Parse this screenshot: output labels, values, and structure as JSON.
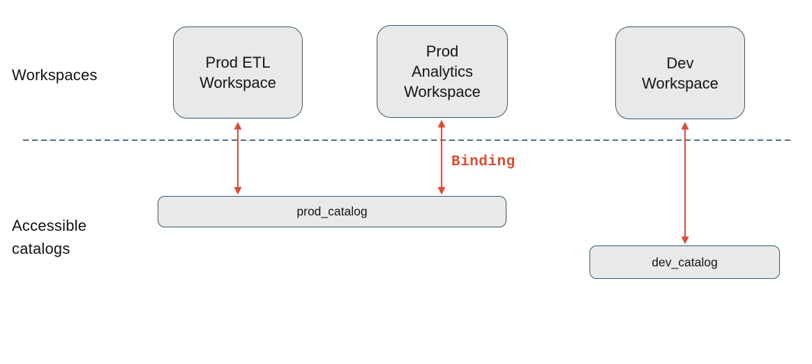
{
  "diagram": {
    "row_labels": {
      "workspaces": "Workspaces",
      "catalogs_line1": "Accessible",
      "catalogs_line2": "catalogs"
    },
    "nodes": {
      "workspaces": [
        {
          "id": "prod_etl_workspace",
          "label": "Prod ETL\nWorkspace"
        },
        {
          "id": "prod_analytics_workspace",
          "label": "Prod\nAnalytics\nWorkspace"
        },
        {
          "id": "dev_workspace",
          "label": "Dev\nWorkspace"
        }
      ],
      "catalogs": [
        {
          "id": "prod_catalog",
          "label": "prod_catalog"
        },
        {
          "id": "dev_catalog",
          "label": "dev_catalog"
        }
      ]
    },
    "edges": [
      {
        "from": "prod_etl_workspace",
        "to": "prod_catalog",
        "label": "",
        "style": "double-headed-arrow"
      },
      {
        "from": "prod_analytics_workspace",
        "to": "prod_catalog",
        "label": "Binding",
        "style": "double-headed-arrow"
      },
      {
        "from": "dev_workspace",
        "to": "dev_catalog",
        "label": "",
        "style": "double-headed-arrow"
      }
    ],
    "divider": {
      "style": "dashed",
      "orientation": "horizontal"
    },
    "colors": {
      "node_fill": "#e9e9e9",
      "node_border": "#35596b",
      "arrow": "#dd4b35",
      "divider": "#3a5a6b",
      "text": "#141414",
      "edge_label_text": "#df4b32",
      "background": "#ffffff"
    }
  }
}
